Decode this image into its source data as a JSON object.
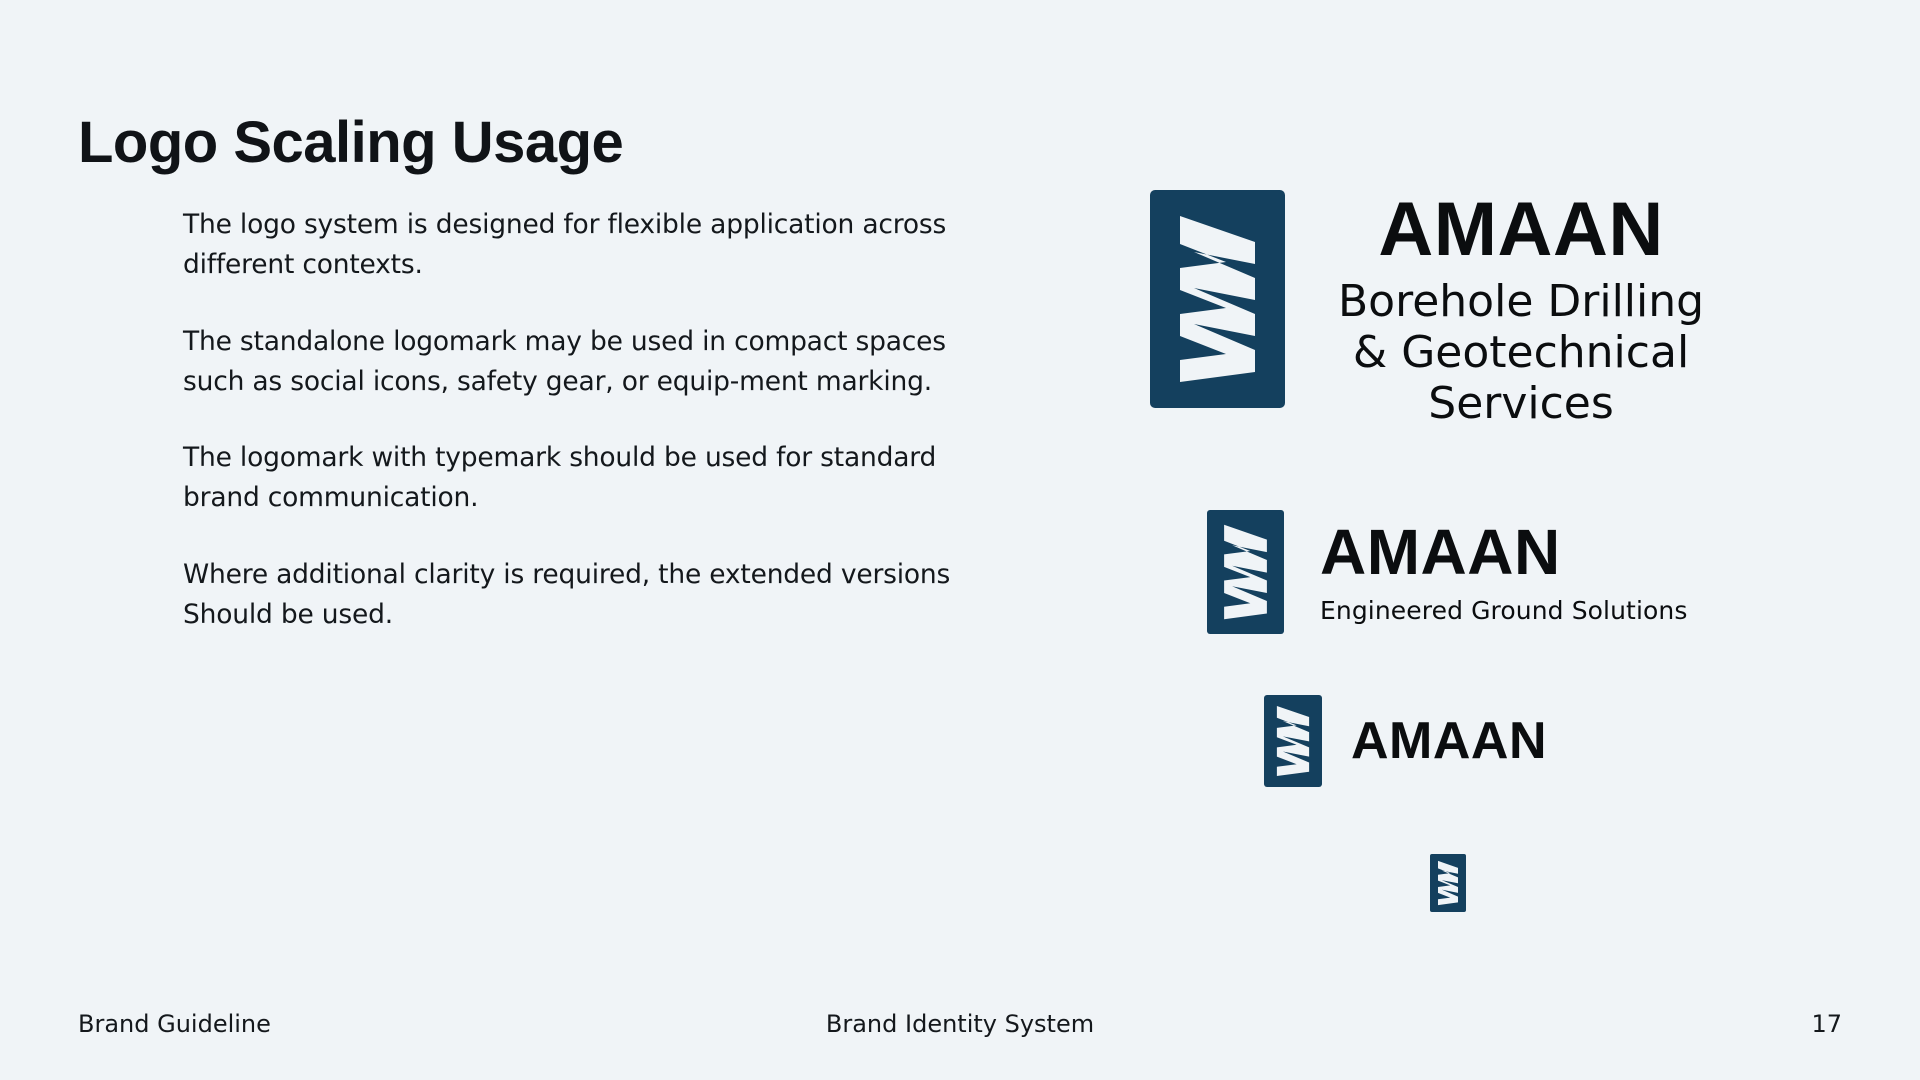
{
  "slide": {
    "title": "Logo Scaling Usage",
    "background_color": "#F0F4F7",
    "brand_navy": "#14405E",
    "mark_fill": "#F0F4F7",
    "text_color": "#14181C"
  },
  "body": {
    "paragraphs": [
      "The logo system is designed for flexible application across different contexts.",
      "The standalone logomark may be used in compact spaces such as social icons, safety gear, or equip-ment marking.",
      "The logomark with typemark should be used for standard brand communication.",
      "Where additional clarity is required, the extended versions Should be used."
    ]
  },
  "logo_variants": [
    {
      "id": "primary",
      "mark_name": "amaan-auger-logomark",
      "brandname": "AMAAN",
      "tagline": "Borehole Drilling\n& Geotechnical\nServices",
      "tagline_lines": [
        "Borehole Drilling",
        "& Geotechnical",
        "Services"
      ]
    },
    {
      "id": "secondary",
      "mark_name": "amaan-auger-logomark",
      "brandname": "AMAAN",
      "tagline": "Engineered Ground Solutions",
      "tagline_lines": [
        "Engineered Ground Solutions"
      ]
    },
    {
      "id": "compact",
      "mark_name": "amaan-auger-logomark",
      "brandname": "AMAAN",
      "tagline": "",
      "tagline_lines": []
    },
    {
      "id": "mark-only",
      "mark_name": "amaan-auger-logomark",
      "brandname": "",
      "tagline": "",
      "tagline_lines": []
    }
  ],
  "footer": {
    "left": "Brand Guideline",
    "center": "Brand Identity System",
    "page_number": "17"
  }
}
